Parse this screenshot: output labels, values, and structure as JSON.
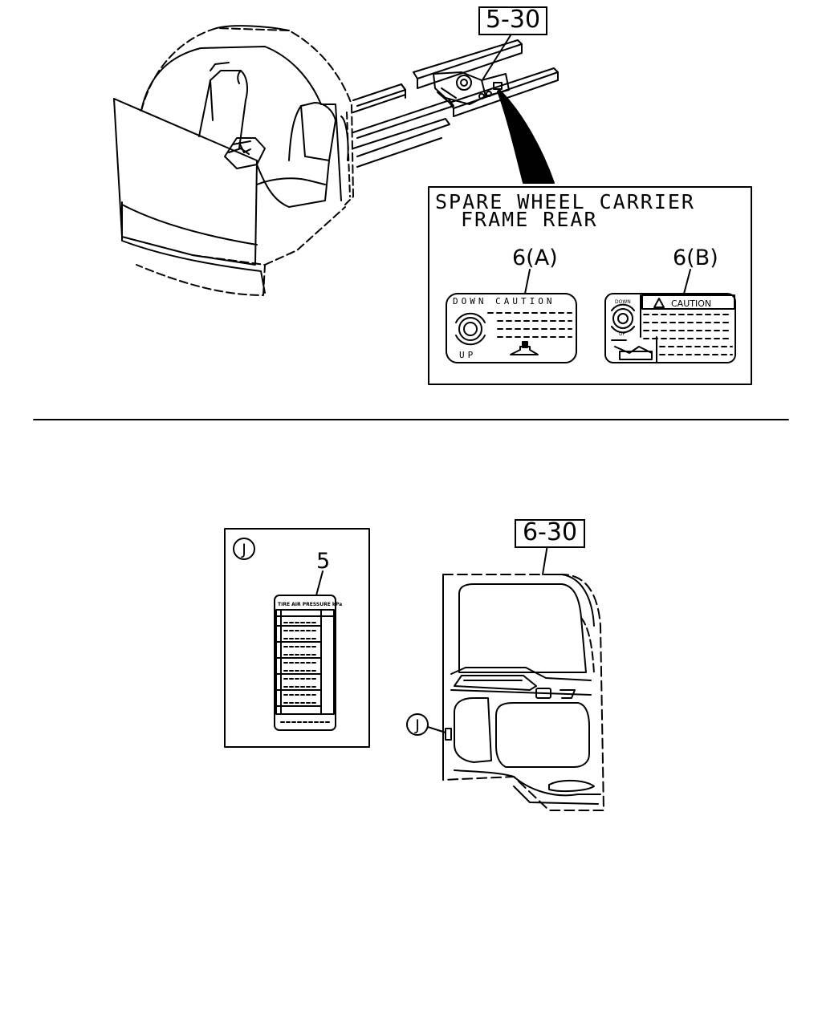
{
  "top": {
    "ref_label": "5-30",
    "callout": {
      "title_line1": "SPARE WHEEL CARRIER",
      "title_line2": "FRAME REAR",
      "label_a": "6(A)",
      "label_b": "6(B)",
      "decal_a": {
        "top_text": "DOWN CAUTION",
        "bottom_text": "UP"
      },
      "decal_b": {
        "header_text": "CAUTION",
        "down_text": "DOWN",
        "up_text": "UP"
      }
    }
  },
  "bottom": {
    "ref_label": "6-30",
    "detail_marker": "J",
    "part_number": "5",
    "door_marker": "J",
    "tire_label_header": "TIRE AIR PRESSURE kPa"
  }
}
